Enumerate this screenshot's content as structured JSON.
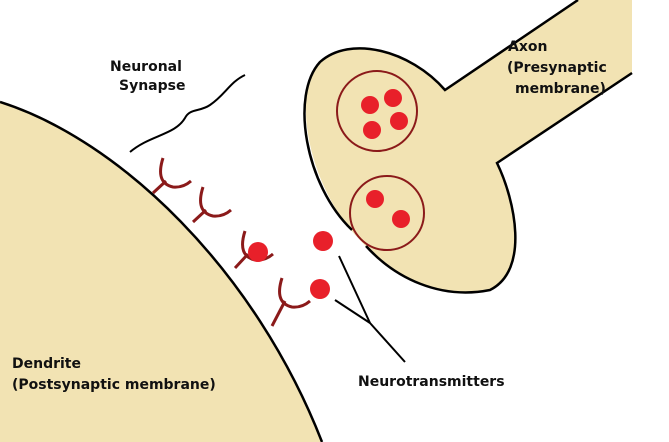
{
  "labels": {
    "synapse_line1": "Neuronal",
    "synapse_line2": "Synapse",
    "axon_line1": "Axon",
    "axon_line2": "(Presynaptic",
    "axon_line3": "membrane)",
    "dendrite_line1": "Dendrite",
    "dendrite_line2": "(Postsynaptic membrane)",
    "neurotransmitters": "Neurotransmitters"
  },
  "colors": {
    "membrane_fill": "#f2e3b3",
    "outline": "#000000",
    "vesicle": "#8b1a1a",
    "neurotransmitter": "#e8202a",
    "receptor": "#8b1a1a"
  }
}
